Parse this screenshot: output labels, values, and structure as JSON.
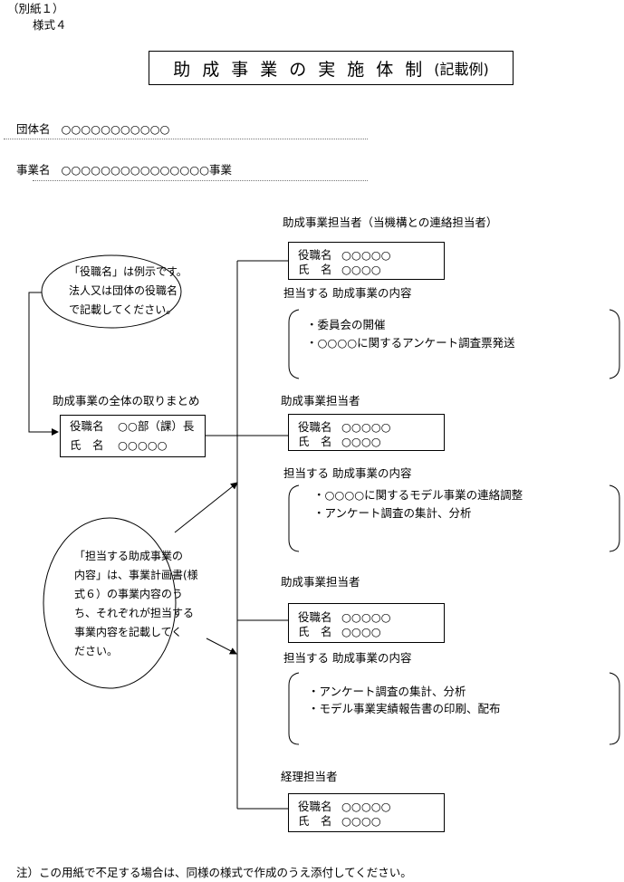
{
  "header": {
    "attachment": "（別紙１）",
    "form_no": "様式４"
  },
  "title": {
    "main": "助成事業の実施体制",
    "sub": "(記載例)"
  },
  "organization": {
    "label": "団体名",
    "value": "○○○○○○○○○○○"
  },
  "project": {
    "label": "事業名",
    "value": "○○○○○○○○○○○○○○○事業"
  },
  "overall": {
    "heading": "助成事業の全体の取りまとめ",
    "position_label": "役職名",
    "position_value": "○○部（課）長",
    "name_label": "氏　名",
    "name_value": "○○○○○"
  },
  "staff": [
    {
      "heading": "助成事業担当者（当機構との連絡担当者）",
      "position_label": "役職名",
      "position_value": "○○○○○",
      "name_label": "氏　名",
      "name_value": "○○○○",
      "content_label": "担当する 助成事業の内容",
      "items": [
        "・委員会の開催",
        "・○○○○に関するアンケート調査票発送"
      ]
    },
    {
      "heading": "助成事業担当者",
      "position_label": "役職名",
      "position_value": "○○○○○",
      "name_label": "氏　名",
      "name_value": "○○○○",
      "content_label": "担当する 助成事業の内容",
      "items": [
        "・○○○○に関するモデル事業の連絡調整",
        "・アンケート調査の集計、分析"
      ]
    },
    {
      "heading": "助成事業担当者",
      "position_label": "役職名",
      "position_value": "○○○○○",
      "name_label": "氏　名",
      "name_value": "○○○○",
      "content_label": "担当する 助成事業の内容",
      "items": [
        "・アンケート調査の集計、分析",
        "・モデル事業実績報告書の印刷、配布"
      ]
    },
    {
      "heading": "経理担当者",
      "position_label": "役職名",
      "position_value": "○○○○○",
      "name_label": "氏　名",
      "name_value": "○○○○"
    }
  ],
  "notes": {
    "position_note": [
      "「役職名」は例示です。",
      "法人又は団体の役職名",
      "で記載してください。"
    ],
    "content_note": [
      "「担当する助成事業の",
      "内容」は、事業計画書(様",
      "式６）の事業内容のう",
      "ち、それぞれが担当する",
      "事業内容を記載してく",
      "ださい。"
    ]
  },
  "footer": "注）この用紙で不足する場合は、同様の様式で作成のうえ添付してください。"
}
